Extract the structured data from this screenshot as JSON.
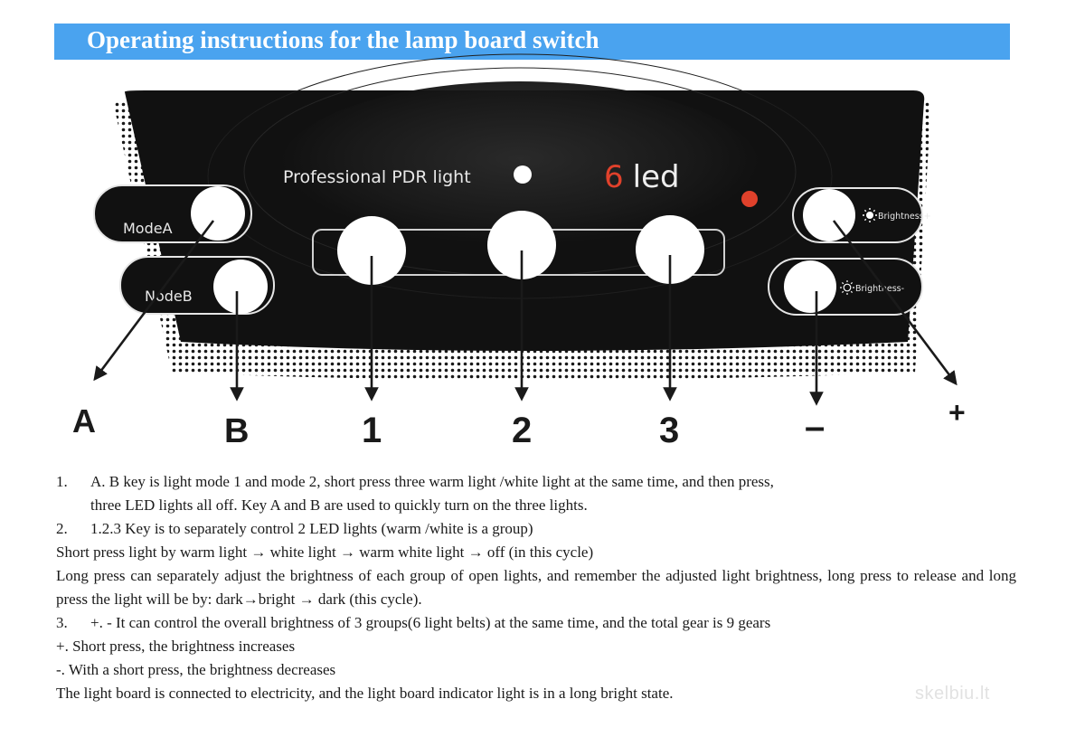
{
  "header": {
    "title": "Operating instructions for the lamp board switch"
  },
  "panel": {
    "product_label": "Professional PDR light",
    "led_count": "6",
    "led_text": "led",
    "mode_a_label": "ModeA",
    "mode_b_label": "NodeB",
    "brightness_plus_label": "Brightness+",
    "brightness_minus_label": "Brightness-"
  },
  "keys": {
    "a": "A",
    "b": "B",
    "one": "1",
    "two": "2",
    "three": "3",
    "minus": "–",
    "plus": "+"
  },
  "instructions": {
    "item1_num": "1.",
    "item1_line1": "A. B key is light mode 1 and mode 2, short press three warm light /white light at the same time, and then press,",
    "item1_line2": "three LED lights all off. Key A and B are used to quickly turn on the three lights.",
    "item2_num": "2.",
    "item2_line1": "1.2.3 Key is to separately control 2 LED lights (warm /white is a group)",
    "item2_line2": "Short press light by warm light → white light → warm white light → off (in this cycle)",
    "item2_line3": "Long press can separately adjust the brightness of each group of open lights, and remember the adjusted light brightness, long press to release and long press the light will be by: dark→bright → dark (this cycle).",
    "item3_num": "3.",
    "item3_line1": "+. - It can control the overall brightness of 3 groups(6 light belts) at the same time, and the total gear is 9 gears",
    "item3_line2": "+. Short press, the brightness increases",
    "item3_line3": "-. With a short press, the brightness decreases",
    "item3_line4": "The light board is connected to electricity, and the light board indicator light is in a long bright state."
  },
  "watermark": "skelbiu.lt",
  "colors": {
    "header_bg": "#4aa3ef",
    "panel_bg": "#111111",
    "led_red": "#e0412b"
  }
}
